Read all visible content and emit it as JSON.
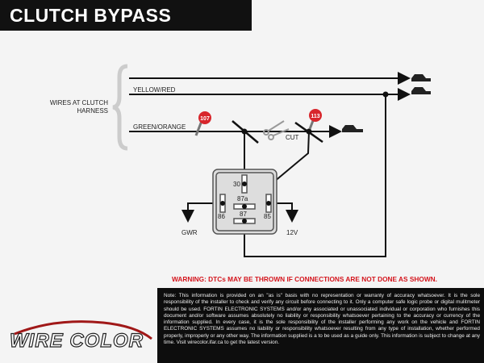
{
  "header": {
    "title": "CLUTCH BYPASS"
  },
  "labels": {
    "harness": "WIRES AT CLUTCH HARNESS",
    "wire1": "YELLOW/RED",
    "wire2": "GREEN/ORANGE",
    "cut": "CUT",
    "badge1": "107",
    "badge2": "113",
    "pin30": "30",
    "pin87a": "87a",
    "pin86": "86",
    "pin87": "87",
    "pin85": "85",
    "gwr": "GWR",
    "v12": "12V"
  },
  "warning": "WARNING: DTCs MAY BE THROWN IF CONNECTIONS ARE NOT DONE AS SHOWN.",
  "note": "Note: This information is provided on an \"as is\" basis with no representation or warranty of accuracy whatsoever. It is the sole responsibility of the installer to check and verify any circuit before connecting to it. Only a computer safe logic probe or digital mulitmeter should be used. FORTIN ELECTRONIC SYSTEMS and/or any associated or unassociated individual or corporation who furnishes this document and/or software assumes absolutely no liability or responsibility whatsoever pertaining to the accuracy or currency of the information supplied. In every case, it is the sole responsibility of the installer performing any work on the vehicle and FORTIN ELECTRONIC SYSTEMS assumes no liability or responsibility whatsoever resulting from any type of installation, whether performed properly, improperly or any other way. The information supplied is a to be used as a guide only. This information is subject to change at any time. Visit wirecolor.ifar.ca to get the latest version.",
  "logo": {
    "text": "WIRE COLOR"
  },
  "colors": {
    "warning": "#d4141c",
    "badge": "#d8262c"
  }
}
